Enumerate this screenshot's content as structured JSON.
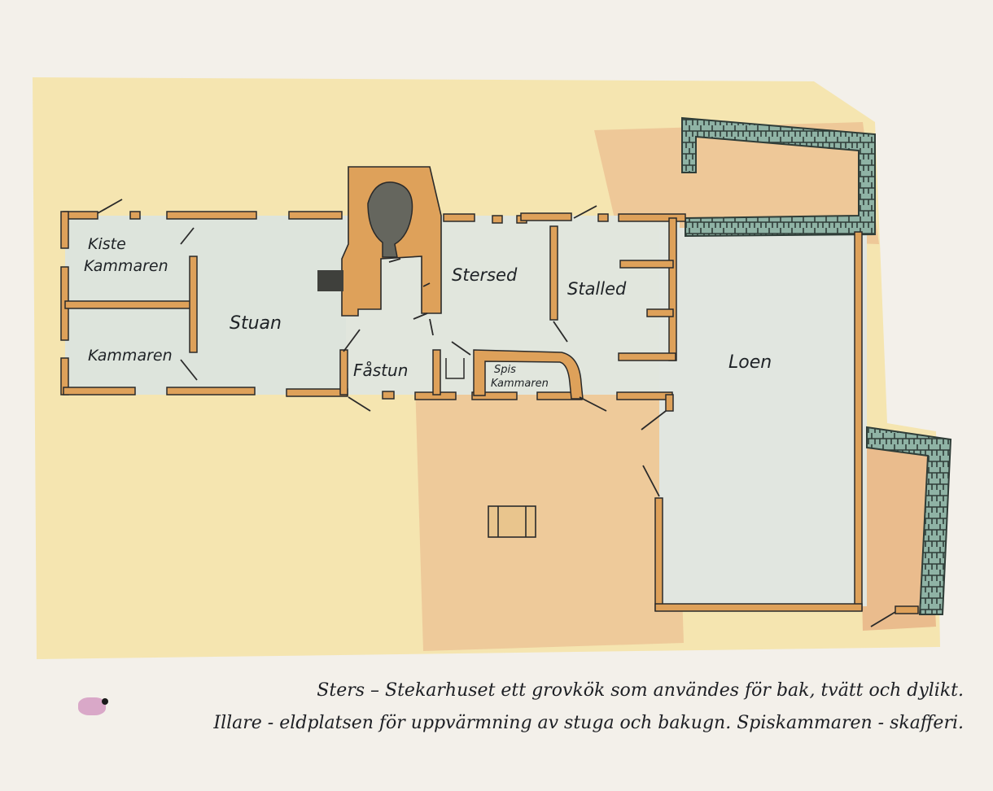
{
  "rooms": {
    "kiste_line1": "Kiste",
    "kiste_line2": "Kammaren",
    "kammaren": "Kammaren",
    "stuan": "Stuan",
    "fastun": "Fåstun",
    "stersed": "Stersed",
    "spis_line1": "Spis",
    "spis_line2": "Kammaren",
    "stalled": "Stalled",
    "loen": "Loen"
  },
  "caption": {
    "line1": "Sters – Stekarhuset ett grovkök som användes för bak, tvätt och dylikt.",
    "line2": "Illare - eldplatsen för uppvärmning av stuga och bakugn. Spiskammaren - skafferi."
  },
  "colors": {
    "paper": "#f3f0ea",
    "wash_yellow": "#f5e3a6",
    "wash_orange": "#eab98c",
    "wall": "#dea15a",
    "floor": "#dde4dc",
    "stone": "#8fb3a5",
    "ink": "#2a2a2a"
  }
}
